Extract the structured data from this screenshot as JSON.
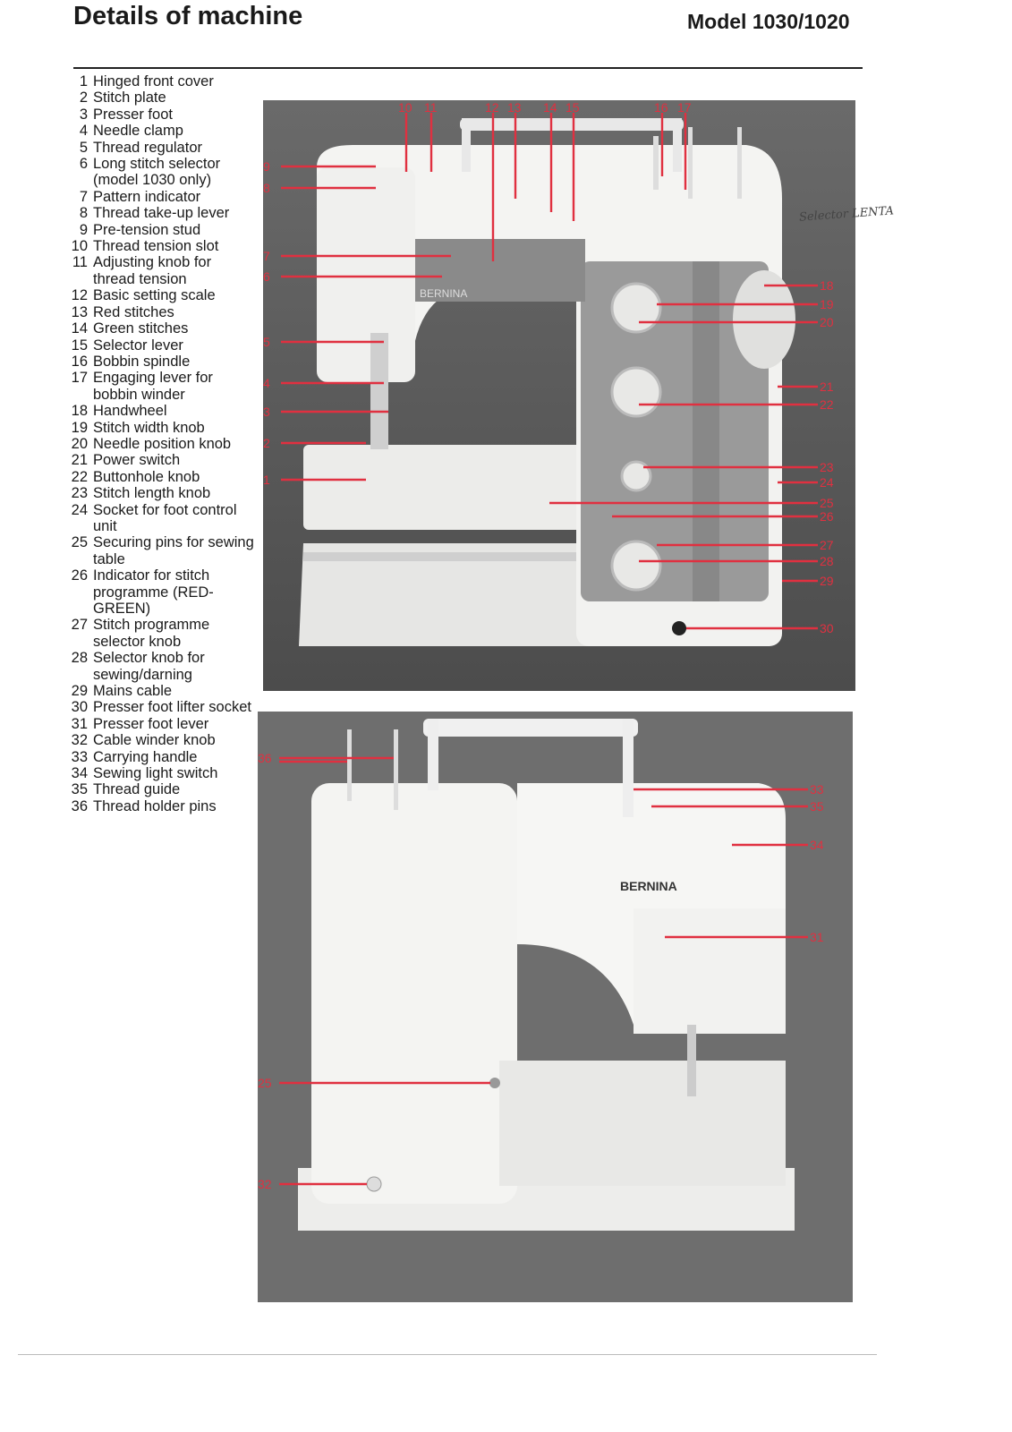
{
  "header": {
    "title": "Details of machine",
    "model": "Model 1030/1020"
  },
  "parts": [
    {
      "num": "1",
      "text": "Hinged front cover"
    },
    {
      "num": "2",
      "text": "Stitch plate"
    },
    {
      "num": "3",
      "text": "Presser foot"
    },
    {
      "num": "4",
      "text": "Needle clamp"
    },
    {
      "num": "5",
      "text": "Thread regulator"
    },
    {
      "num": "6",
      "text": "Long stitch selector (model 1030 only)"
    },
    {
      "num": "7",
      "text": "Pattern indicator"
    },
    {
      "num": "8",
      "text": "Thread take-up lever"
    },
    {
      "num": "9",
      "text": "Pre-tension stud"
    },
    {
      "num": "10",
      "text": "Thread tension slot"
    },
    {
      "num": "11",
      "text": "Adjusting knob for thread tension"
    },
    {
      "num": "12",
      "text": "Basic setting scale"
    },
    {
      "num": "13",
      "text": "Red stitches"
    },
    {
      "num": "14",
      "text": "Green stitches"
    },
    {
      "num": "15",
      "text": "Selector lever"
    },
    {
      "num": "16",
      "text": "Bobbin spindle"
    },
    {
      "num": "17",
      "text": "Engaging lever for bobbin winder"
    },
    {
      "num": "18",
      "text": "Handwheel"
    },
    {
      "num": "19",
      "text": "Stitch width knob"
    },
    {
      "num": "20",
      "text": "Needle position knob"
    },
    {
      "num": "21",
      "text": "Power switch"
    },
    {
      "num": "22",
      "text": "Buttonhole knob"
    },
    {
      "num": "23",
      "text": "Stitch length knob"
    },
    {
      "num": "24",
      "text": "Socket for foot control unit"
    },
    {
      "num": "25",
      "text": "Securing pins for sewing table"
    },
    {
      "num": "26",
      "text": "Indicator for stitch programme (RED-GREEN)"
    },
    {
      "num": "27",
      "text": "Stitch programme selector knob"
    },
    {
      "num": "28",
      "text": "Selector knob for sewing/darning"
    },
    {
      "num": "29",
      "text": "Mains cable"
    },
    {
      "num": "30",
      "text": "Presser foot lifter socket"
    },
    {
      "num": "31",
      "text": "Presser foot lever"
    },
    {
      "num": "32",
      "text": "Cable winder knob"
    },
    {
      "num": "33",
      "text": "Carrying handle"
    },
    {
      "num": "34",
      "text": "Sewing light switch"
    },
    {
      "num": "35",
      "text": "Thread guide"
    },
    {
      "num": "36",
      "text": "Thread holder pins"
    }
  ],
  "figure1": {
    "top_labels": [
      "10",
      "11",
      "12",
      "13",
      "14",
      "15",
      "16",
      "17"
    ],
    "left_labels": [
      "9",
      "8",
      "7",
      "6",
      "5",
      "4",
      "3",
      "2",
      "1"
    ],
    "right_labels": [
      "18",
      "19",
      "20",
      "21",
      "22",
      "23",
      "24",
      "25",
      "26",
      "27",
      "28",
      "29",
      "30"
    ],
    "brand": "BERNINA",
    "handnote": "Selector LENTA"
  },
  "figure2": {
    "labels": [
      "36",
      "33",
      "35",
      "34",
      "31",
      "25",
      "32"
    ],
    "brand": "BERNINA"
  },
  "colors": {
    "callout": "#e03040",
    "photo_bg": "#5e5e5e",
    "machine": "#f2f2f0"
  }
}
